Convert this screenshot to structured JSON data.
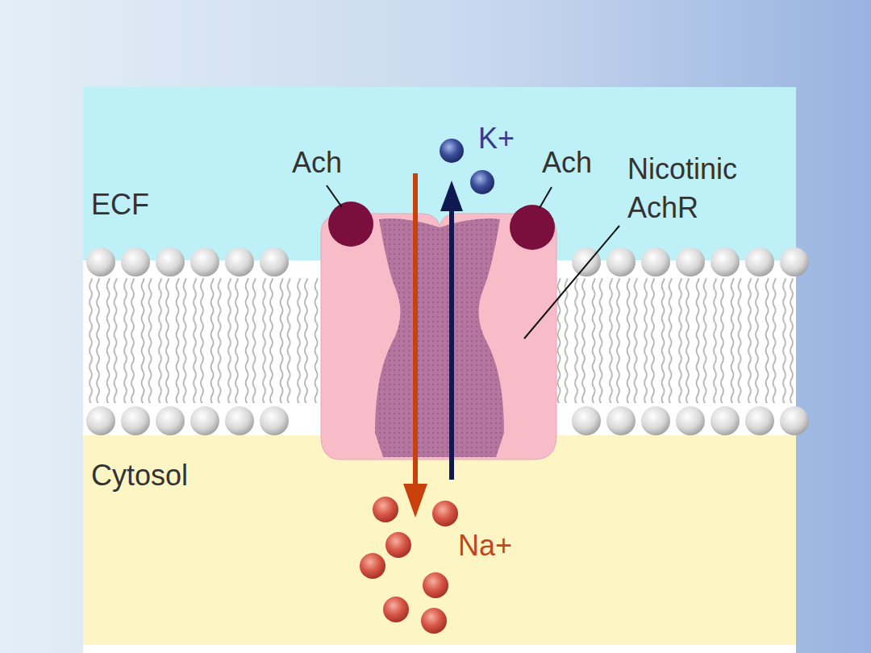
{
  "diagram": {
    "labels": [
      "K+",
      "Ach",
      "Ach",
      "Nicotinic AchR",
      "ECF",
      "Cytosol",
      "Na+"
    ]
  }
}
